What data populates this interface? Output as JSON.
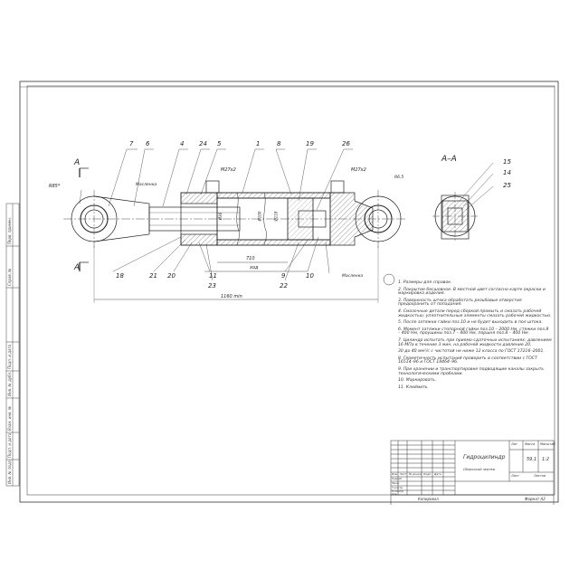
{
  "drawing": {
    "callouts": [
      "7",
      "6",
      "4",
      "24",
      "5",
      "1",
      "8",
      "19",
      "26",
      "15",
      "14",
      "25",
      "18",
      "21",
      "20",
      "11",
      "23",
      "9",
      "22",
      "10"
    ],
    "view_label_left": "A",
    "view_label_left2": "A",
    "section_label": "А–А",
    "labels": {
      "thread_left": "М27х2",
      "thread_right": "М27х2",
      "ball_size": "R85*",
      "grease_left": "Масленка",
      "grease_right": "Масленка",
      "dim_stroke": "710",
      "dim_xod": "ход",
      "dim_total": "1160 min",
      "diam_rod": "Ø36",
      "diam_bore": "Ø100",
      "diam_outer": "Ø118",
      "angle": "R6.5"
    }
  },
  "notes": [
    "1. Размеры для справок.",
    "2. Покрытие бесшовное. В местной цвет согласно карте окраски и маркировка изделия.",
    "3. Поверхность штока обработать резьбовые отверстия предохранить от попадания.",
    "4. Смазочные детали перед сборкой промыть и смазать рабочей жидкостью; уплотнительные элементы смазать рабочей жидкостью.",
    "5. После затяжки гайки поз.10 и не будет выходить в пол штока.",
    "6. Момент затяжки стопорной гайки поз.10 – 2000 Нм, стяжки поз.8 – 400 Нм, проушины поз.7 – 400 Нм, поршня поз.8 – 400 Нм.",
    "7. Цилиндр испытать при приемо-сдаточных испытаниях: давлением 16 МПа в течение 3 мин, на рабочей жидкости давление 20,",
    "30 до 40 мм²/с с чистотой не ниже 12 класса по ГОСТ 17216–2001.",
    "8. Герметичность испытаний проверить в соответствии с ГОСТ 16514–96 и ГОСТ 18464–96.",
    "9. При хранении и транспортировке подводящие каналы закрыть технологическими пробками.",
    "10. Маркировать.",
    "11. Клеймить."
  ],
  "title_block": {
    "name": "Гидроцилиндр",
    "subname": "Сборочный чертеж",
    "lit": "Лит",
    "mass_label": "Масса",
    "scale_label": "Масштаб",
    "mass": "59,1",
    "scale": "1:2",
    "sheet": "Лист",
    "sheets": "Листов",
    "row_labels": [
      "Изм.",
      "Лист",
      "№ докум.",
      "Подп.",
      "Дата"
    ],
    "role_labels": [
      "Разраб.",
      "Пров.",
      "Т.контр.",
      "Н.контр.",
      "Утв."
    ],
    "copied": "Копировал",
    "format": "Формат   А2"
  },
  "side_strip": [
    "Перв. примен.",
    "Справ. №",
    "Подп. и дата",
    "Инв. № дубл.",
    "Взам. инв. №",
    "Подп. и дата",
    "Инв. № подл."
  ]
}
